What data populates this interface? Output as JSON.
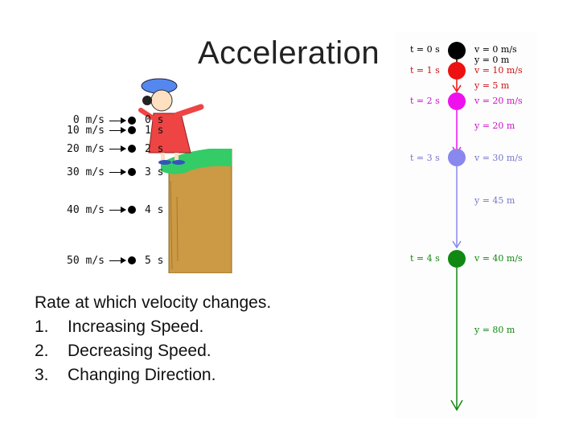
{
  "title": "Acceleration",
  "bullets": {
    "intro": "Rate at which velocity changes.",
    "items": [
      {
        "num": "1.",
        "text": "Increasing Speed."
      },
      {
        "num": "2.",
        "text": "Decreasing Speed."
      },
      {
        "num": "3.",
        "text": "Changing Direction."
      }
    ]
  },
  "cliff_figure": {
    "speeds": [
      "0 m/s",
      "10 m/s",
      "20 m/s",
      "30 m/s",
      "40 m/s",
      "50 m/s"
    ],
    "times": [
      "0 s",
      "1 s",
      "2 s",
      "3 s",
      "4 s",
      "5 s"
    ]
  },
  "motion_diagram": {
    "rows": [
      {
        "time": "t = 0 s",
        "velocity": "v = 0 m/s",
        "position": "y = 0 m",
        "color": "#000000"
      },
      {
        "time": "t = 1 s",
        "velocity": "v = 10 m/s",
        "position": "y = 5 m",
        "color": "#ee1111"
      },
      {
        "time": "t = 2 s",
        "velocity": "v = 20 m/s",
        "position": "y = 20 m",
        "color": "#ee11ee"
      },
      {
        "time": "t = 3 s",
        "velocity": "v = 30 m/s",
        "position": "y = 45 m",
        "color": "#8888ee"
      },
      {
        "time": "t = 4 s",
        "velocity": "v = 40 m/s",
        "position": "y = 80 m",
        "color": "#118811"
      }
    ]
  },
  "colors": {
    "grass": "#33cc66",
    "cliff": "#cc9944",
    "dress": "#ee4444"
  }
}
